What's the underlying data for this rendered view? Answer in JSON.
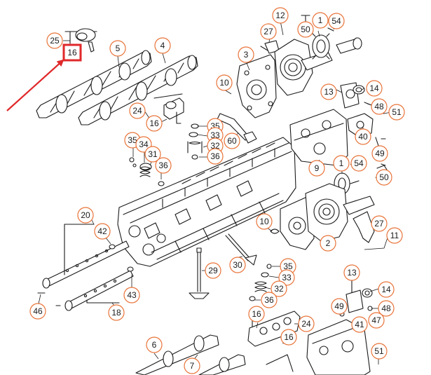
{
  "callouts": [
    {
      "id": "c25a",
      "label": "25",
      "highlighted": false
    },
    {
      "id": "c16a",
      "label": "16",
      "highlighted": true
    },
    {
      "id": "c5",
      "label": "5",
      "highlighted": false
    },
    {
      "id": "c4",
      "label": "4",
      "highlighted": false
    },
    {
      "id": "c24a",
      "label": "24",
      "highlighted": false
    },
    {
      "id": "c16b",
      "label": "16",
      "highlighted": false
    },
    {
      "id": "c10a",
      "label": "10",
      "highlighted": false
    },
    {
      "id": "c3",
      "label": "3",
      "highlighted": false
    },
    {
      "id": "c27a",
      "label": "27",
      "highlighted": false
    },
    {
      "id": "c12",
      "label": "12",
      "highlighted": false
    },
    {
      "id": "c50a",
      "label": "50",
      "highlighted": false
    },
    {
      "id": "c1a",
      "label": "1",
      "highlighted": false
    },
    {
      "id": "c54a",
      "label": "54",
      "highlighted": false
    },
    {
      "id": "c13a",
      "label": "13",
      "highlighted": false
    },
    {
      "id": "c14a",
      "label": "14",
      "highlighted": false
    },
    {
      "id": "c48a",
      "label": "48",
      "highlighted": false
    },
    {
      "id": "c51a",
      "label": "51",
      "highlighted": false
    },
    {
      "id": "c40",
      "label": "40",
      "highlighted": false
    },
    {
      "id": "c49a",
      "label": "49",
      "highlighted": false
    },
    {
      "id": "c9",
      "label": "9",
      "highlighted": false
    },
    {
      "id": "c1b",
      "label": "1",
      "highlighted": false
    },
    {
      "id": "c54b",
      "label": "54",
      "highlighted": false
    },
    {
      "id": "c50b",
      "label": "50",
      "highlighted": false
    },
    {
      "id": "c35a",
      "label": "35",
      "highlighted": false
    },
    {
      "id": "c33a",
      "label": "33",
      "highlighted": false
    },
    {
      "id": "c32a",
      "label": "32",
      "highlighted": false
    },
    {
      "id": "c36a",
      "label": "36",
      "highlighted": false
    },
    {
      "id": "c60",
      "label": "60",
      "highlighted": false
    },
    {
      "id": "c35b",
      "label": "35",
      "highlighted": false
    },
    {
      "id": "c34",
      "label": "34",
      "highlighted": false
    },
    {
      "id": "c31",
      "label": "31",
      "highlighted": false
    },
    {
      "id": "c36b",
      "label": "36",
      "highlighted": false
    },
    {
      "id": "c20",
      "label": "20",
      "highlighted": false
    },
    {
      "id": "c42",
      "label": "42",
      "highlighted": false
    },
    {
      "id": "c10b",
      "label": "10",
      "highlighted": false
    },
    {
      "id": "c2",
      "label": "2",
      "highlighted": false
    },
    {
      "id": "c27b",
      "label": "27",
      "highlighted": false
    },
    {
      "id": "c11",
      "label": "11",
      "highlighted": false
    },
    {
      "id": "c29",
      "label": "29",
      "highlighted": false
    },
    {
      "id": "c30",
      "label": "30",
      "highlighted": false
    },
    {
      "id": "c35c",
      "label": "35",
      "highlighted": false
    },
    {
      "id": "c33b",
      "label": "33",
      "highlighted": false
    },
    {
      "id": "c32b",
      "label": "32",
      "highlighted": false
    },
    {
      "id": "c36c",
      "label": "36",
      "highlighted": false
    },
    {
      "id": "c13b",
      "label": "13",
      "highlighted": false
    },
    {
      "id": "c14b",
      "label": "14",
      "highlighted": false
    },
    {
      "id": "c49b",
      "label": "49",
      "highlighted": false
    },
    {
      "id": "c48b",
      "label": "48",
      "highlighted": false
    },
    {
      "id": "c47",
      "label": "47",
      "highlighted": false
    },
    {
      "id": "c41",
      "label": "41",
      "highlighted": false
    },
    {
      "id": "c51b",
      "label": "51",
      "highlighted": false
    },
    {
      "id": "c43",
      "label": "43",
      "highlighted": false
    },
    {
      "id": "c18",
      "label": "18",
      "highlighted": false
    },
    {
      "id": "c46",
      "label": "46",
      "highlighted": false
    },
    {
      "id": "c16c",
      "label": "16",
      "highlighted": false
    },
    {
      "id": "c24b",
      "label": "24",
      "highlighted": false
    },
    {
      "id": "c16d",
      "label": "16",
      "highlighted": false
    },
    {
      "id": "c6",
      "label": "6",
      "highlighted": false
    },
    {
      "id": "c7",
      "label": "7",
      "highlighted": false
    }
  ],
  "colors": {
    "callout_ring": "#e8743a",
    "highlight_box": "#e0282a",
    "highlight_arrow": "#e0282a",
    "line_art": "#1a1a1a",
    "background": "#ffffff"
  }
}
